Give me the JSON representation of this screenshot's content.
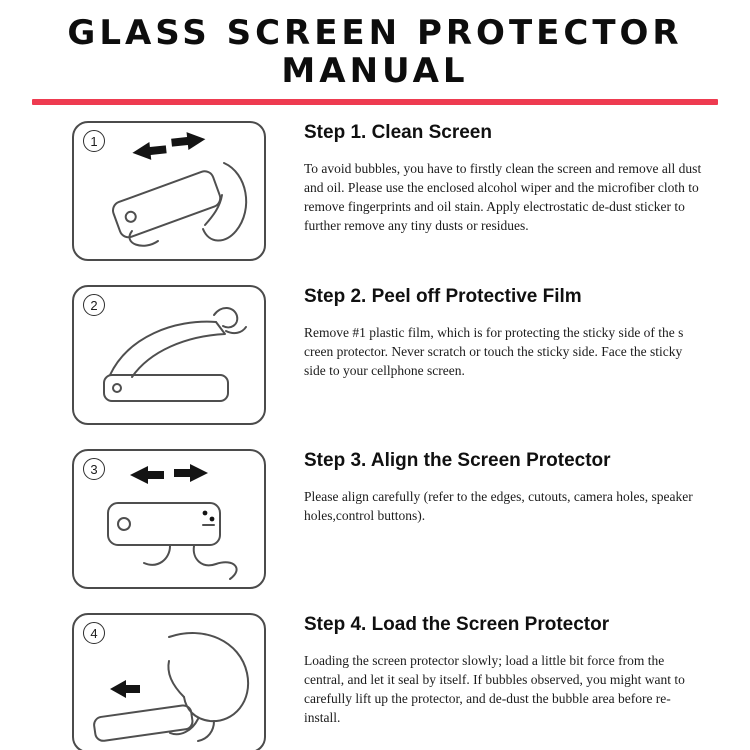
{
  "page": {
    "title_line1": "GLASS SCREEN PROTECTOR",
    "title_line2": "MANUAL",
    "divider_color": "#ee3b50"
  },
  "steps": [
    {
      "number": "1",
      "heading": "Step 1. Clean Screen",
      "body": "To avoid bubbles, you have to firstly clean the screen and remove all dust and oil. Please use the enclosed alcohol wiper and the microfiber cloth to remove fingerprints and oil stain. Apply electrostatic de-dust sticker to further remove any tiny dusts or residues.",
      "illustration": "clean-screen-illustration"
    },
    {
      "number": "2",
      "heading": "Step 2. Peel off Protective Film",
      "body": "Remove #1 plastic film, which is for protecting the sticky side of the s creen protector. Never scratch or touch the sticky side. Face the sticky side to your cellphone screen.",
      "illustration": "peel-film-illustration"
    },
    {
      "number": "3",
      "heading": "Step 3. Align the Screen Protector",
      "body": "Please align carefully (refer to the edges, cutouts, camera holes, speaker holes,control buttons).",
      "illustration": "align-protector-illustration"
    },
    {
      "number": "4",
      "heading": "Step 4. Load the Screen Protector",
      "body": "Loading the screen protector slowly; load a little bit force from the central, and let it seal by itself. If bubbles observed, you might want to carefully lift up the protector, and de-dust the bubble area before re-install.",
      "illustration": "load-protector-illustration"
    }
  ]
}
